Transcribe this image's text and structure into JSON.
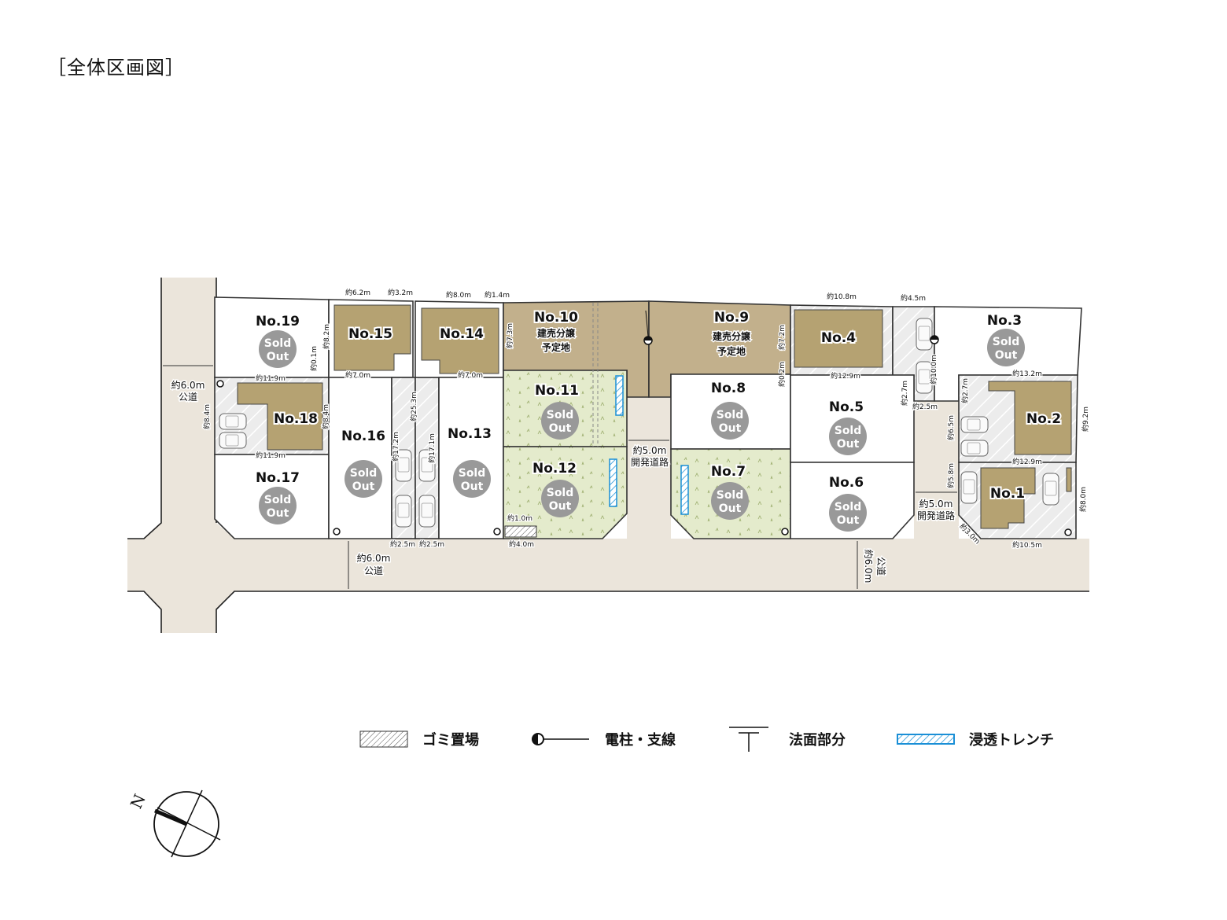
{
  "title": "［全体区画図］",
  "colors": {
    "road": "#ebe5db",
    "building": "#b5a272",
    "planned": "#c2b08c",
    "green": "#e4ebcc",
    "parking": "#ececec",
    "sold_badge": "#999999",
    "trench": "#1a8fd6",
    "border": "#333333"
  },
  "sold_out": {
    "line1": "Sold",
    "line2": "Out"
  },
  "lots": {
    "no1": {
      "label": "No.1"
    },
    "no2": {
      "label": "No.2"
    },
    "no3": {
      "label": "No.3",
      "sold": true
    },
    "no4": {
      "label": "No.4"
    },
    "no5": {
      "label": "No.5",
      "sold": true
    },
    "no6": {
      "label": "No.6",
      "sold": true
    },
    "no7": {
      "label": "No.7",
      "sold": true
    },
    "no8": {
      "label": "No.8",
      "sold": true
    },
    "no9": {
      "label": "No.9",
      "sub1": "建売分譲",
      "sub2": "予定地"
    },
    "no10": {
      "label": "No.10",
      "sub1": "建売分譲",
      "sub2": "予定地"
    },
    "no11": {
      "label": "No.11",
      "sold": true
    },
    "no12": {
      "label": "No.12",
      "sold": true
    },
    "no13": {
      "label": "No.13",
      "sold": true
    },
    "no14": {
      "label": "No.14"
    },
    "no15": {
      "label": "No.15"
    },
    "no16": {
      "label": "No.16",
      "sold": true
    },
    "no17": {
      "label": "No.17",
      "sold": true
    },
    "no18": {
      "label": "No.18"
    },
    "no19": {
      "label": "No.19",
      "sold": true
    }
  },
  "dimensions": {
    "top_6_2": "約6.2m",
    "top_3_2": "約3.2m",
    "top_8_0": "約8.0m",
    "top_1_4": "約1.4m",
    "top_10_8": "約10.8m",
    "top_4_5": "約4.5m",
    "no19_bottom": "約11.9m",
    "no18_bottom": "約11.9m",
    "no18_left": "約8.4m",
    "no18_right": "約8.4m",
    "no15_left": "約8.2m",
    "no19_side": "約0.1m",
    "no15_bottom": "約7.0m",
    "no14_bottom": "約7.0m",
    "lane1_len": "約25.3m",
    "lane1_inner": "約17.2m",
    "lane2_inner": "約17.1m",
    "lane1_width": "約2.5m",
    "lane2_width": "約2.5m",
    "no10_left": "約7.3m",
    "garbage_w": "約1.0m",
    "garbage_l": "約4.0m",
    "no9_right": "約7.2m",
    "no8_right": "約0.2m",
    "no4_bottom": "約12.9m",
    "no3_lane": "約10.0m",
    "no3_lane_side": "約2.7m",
    "no3_lane_width": "約2.5m",
    "no2_top": "約13.2m",
    "no2_left_upper": "約2.7m",
    "no2_left": "約6.5m",
    "no2_right": "約9.2m",
    "no1_top": "約12.9m",
    "no1_left": "約5.8m",
    "no1_right": "約8.0m",
    "no1_bottom": "約10.5m",
    "no1_corner": "約3.0m"
  },
  "roads": {
    "west": {
      "width": "約6.0m",
      "type": "公道"
    },
    "south": {
      "width": "約6.0m",
      "type": "公道"
    },
    "south_east": {
      "width": "約6.0m",
      "type": "公道"
    },
    "dev_center": {
      "width": "約5.0m",
      "type": "開発道路"
    },
    "dev_east": {
      "width": "約5.0m",
      "type": "開発道路"
    }
  },
  "legend": [
    {
      "icon": "garbage-hatch-icon",
      "label": "ゴミ置場"
    },
    {
      "icon": "utility-pole-icon",
      "label": "電柱・支線"
    },
    {
      "icon": "slope-icon",
      "label": "法面部分"
    },
    {
      "icon": "trench-icon",
      "label": "浸透トレンチ"
    }
  ],
  "compass": {
    "north": "N"
  }
}
